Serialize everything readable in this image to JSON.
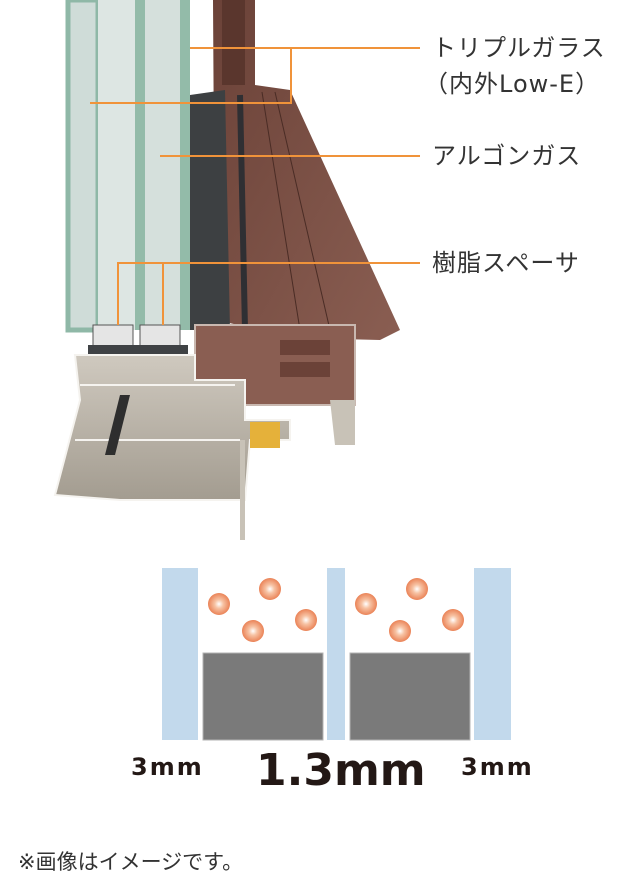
{
  "illustration": {
    "subject": "window-frame-cross-section",
    "labels": [
      {
        "id": "triple-glass",
        "line1": "トリプルガラス",
        "line2": "（内外Low-E）"
      },
      {
        "id": "argon-gas",
        "line1": "アルゴンガス"
      },
      {
        "id": "resin-spacer",
        "line1": "樹脂スペーサ"
      }
    ],
    "colors": {
      "leader_line": "#f0933a",
      "glass": "#a9c9bd",
      "frame_wood": "#7a5247",
      "frame_aluminum": "#bdb6ab",
      "spacer_gold": "#e5b13a"
    }
  },
  "diagram": {
    "glass_color": "#c2d9ec",
    "spacer_color": "#7a7a7a",
    "gas_particle_color": "#ec8a55",
    "dimensions": {
      "left": "3mm",
      "center": "1.3mm",
      "right": "3mm"
    }
  },
  "footnote": "※画像はイメージです。"
}
